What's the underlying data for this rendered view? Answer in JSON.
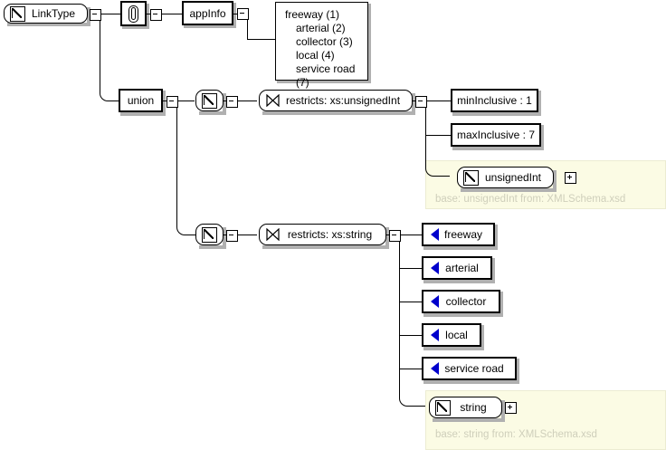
{
  "diagram": {
    "title": "LinkType schema diagram",
    "root": {
      "label": "LinkType",
      "icon": "type-icon"
    },
    "annotation_node": {
      "icon": "paperclip-icon",
      "name": "annotation"
    },
    "appinfo": {
      "label": "appInfo"
    },
    "appinfo_list": {
      "items": [
        "freeway (1)",
        "arterial (2)",
        "collector (3)",
        "local (4)",
        "service road (7)"
      ]
    },
    "union": {
      "label": "union"
    },
    "branches": [
      {
        "simple_type": {
          "icon": "type-icon"
        },
        "restricts": {
          "label": "restricts: xs:unsignedInt",
          "icon": "restricts-icon"
        },
        "facets": [
          {
            "label": "minInclusive : 1"
          },
          {
            "label": "maxInclusive : 7"
          }
        ],
        "base_panel": {
          "type_label": "unsignedInt",
          "base_text": "base: unsignedInt from: XMLSchema.xsd",
          "expand": "+"
        }
      },
      {
        "simple_type": {
          "icon": "type-icon"
        },
        "restricts": {
          "label": "restricts: xs:string",
          "icon": "restricts-icon"
        },
        "enumerations": [
          {
            "label": "freeway"
          },
          {
            "label": "arterial"
          },
          {
            "label": "collector"
          },
          {
            "label": "local"
          },
          {
            "label": "service road"
          }
        ],
        "base_panel": {
          "type_label": "string",
          "base_text": "base: string from: XMLSchema.xsd",
          "expand": "+"
        }
      }
    ],
    "colors": {
      "enum_triangle": "#0000cc",
      "panel_background": "#fbfbe4",
      "panel_text": "#cfcfbb",
      "line": "#000000",
      "shadow": "#b0b0b0"
    },
    "toggles": {
      "root_collapse": "-",
      "annotation_collapse": "-",
      "appinfo_collapse": "-",
      "union_collapse": "-",
      "branch1_type_collapse": "-",
      "branch1_restricts_collapse": "-",
      "branch2_type_collapse": "-",
      "branch2_restricts_collapse": "-"
    }
  }
}
